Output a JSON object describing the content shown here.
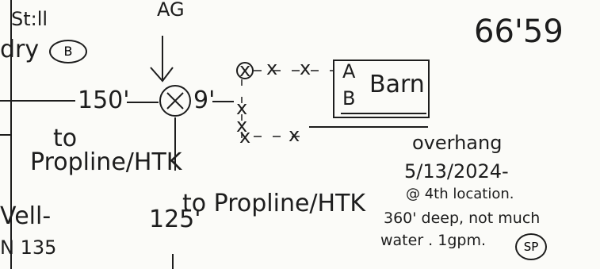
{
  "sketch": {
    "labels": {
      "top_left_still": "St:ll",
      "top_left_dry": "dry",
      "top_left_stamp": "B",
      "top_center": "AG",
      "lot_number": "66'59",
      "distance_west": "150'",
      "to_west_line1": "to",
      "to_west_line2": "Propline/HTK",
      "distance_east": "9'",
      "barn_a": "A",
      "barn_b": "B",
      "barn_label": "Barn",
      "overhang": "overhang",
      "distance_south": "125'",
      "to_south": "to Propline/HTK",
      "left_partial_1": "Vell-",
      "left_partial_2": "N 135"
    },
    "note": {
      "date": "5/13/2024-",
      "line2": "@ 4th location.",
      "line3": "360' deep, not much",
      "line4": "water . 1gpm.",
      "initials": "SP"
    },
    "fence_marks": [
      "x",
      "x",
      "x",
      "x",
      "x",
      "x",
      "x"
    ]
  }
}
